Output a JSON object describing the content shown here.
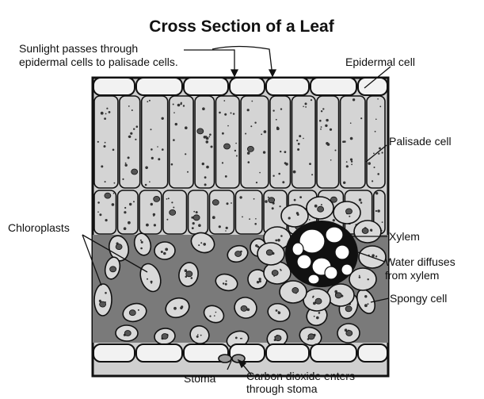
{
  "title": "Cross Section of a Leaf",
  "labels": {
    "sunlight_line1": "Sunlight passes through",
    "sunlight_line2": "epidermal cells to palisade cells.",
    "epidermal": "Epidermal cell",
    "palisade": "Palisade cell",
    "chloroplasts": "Chloroplasts",
    "xylem": "Xylem",
    "water_line1": "Water diffuses",
    "water_line2": "from xylem",
    "spongy": "Spongy cell",
    "stoma": "Stoma",
    "co2_line1": "Carbon dioxide enters",
    "co2_line2": "through stoma"
  },
  "colors": {
    "outline": "#111111",
    "epidermis_fill": "#f2f2f2",
    "palisade_fill": "#d4d4d4",
    "spongy_fill": "#d9d9d9",
    "interior_fill": "#7a7a7a",
    "chloroplast_fill": "#555555",
    "xylem_fill": "#ffffff"
  }
}
